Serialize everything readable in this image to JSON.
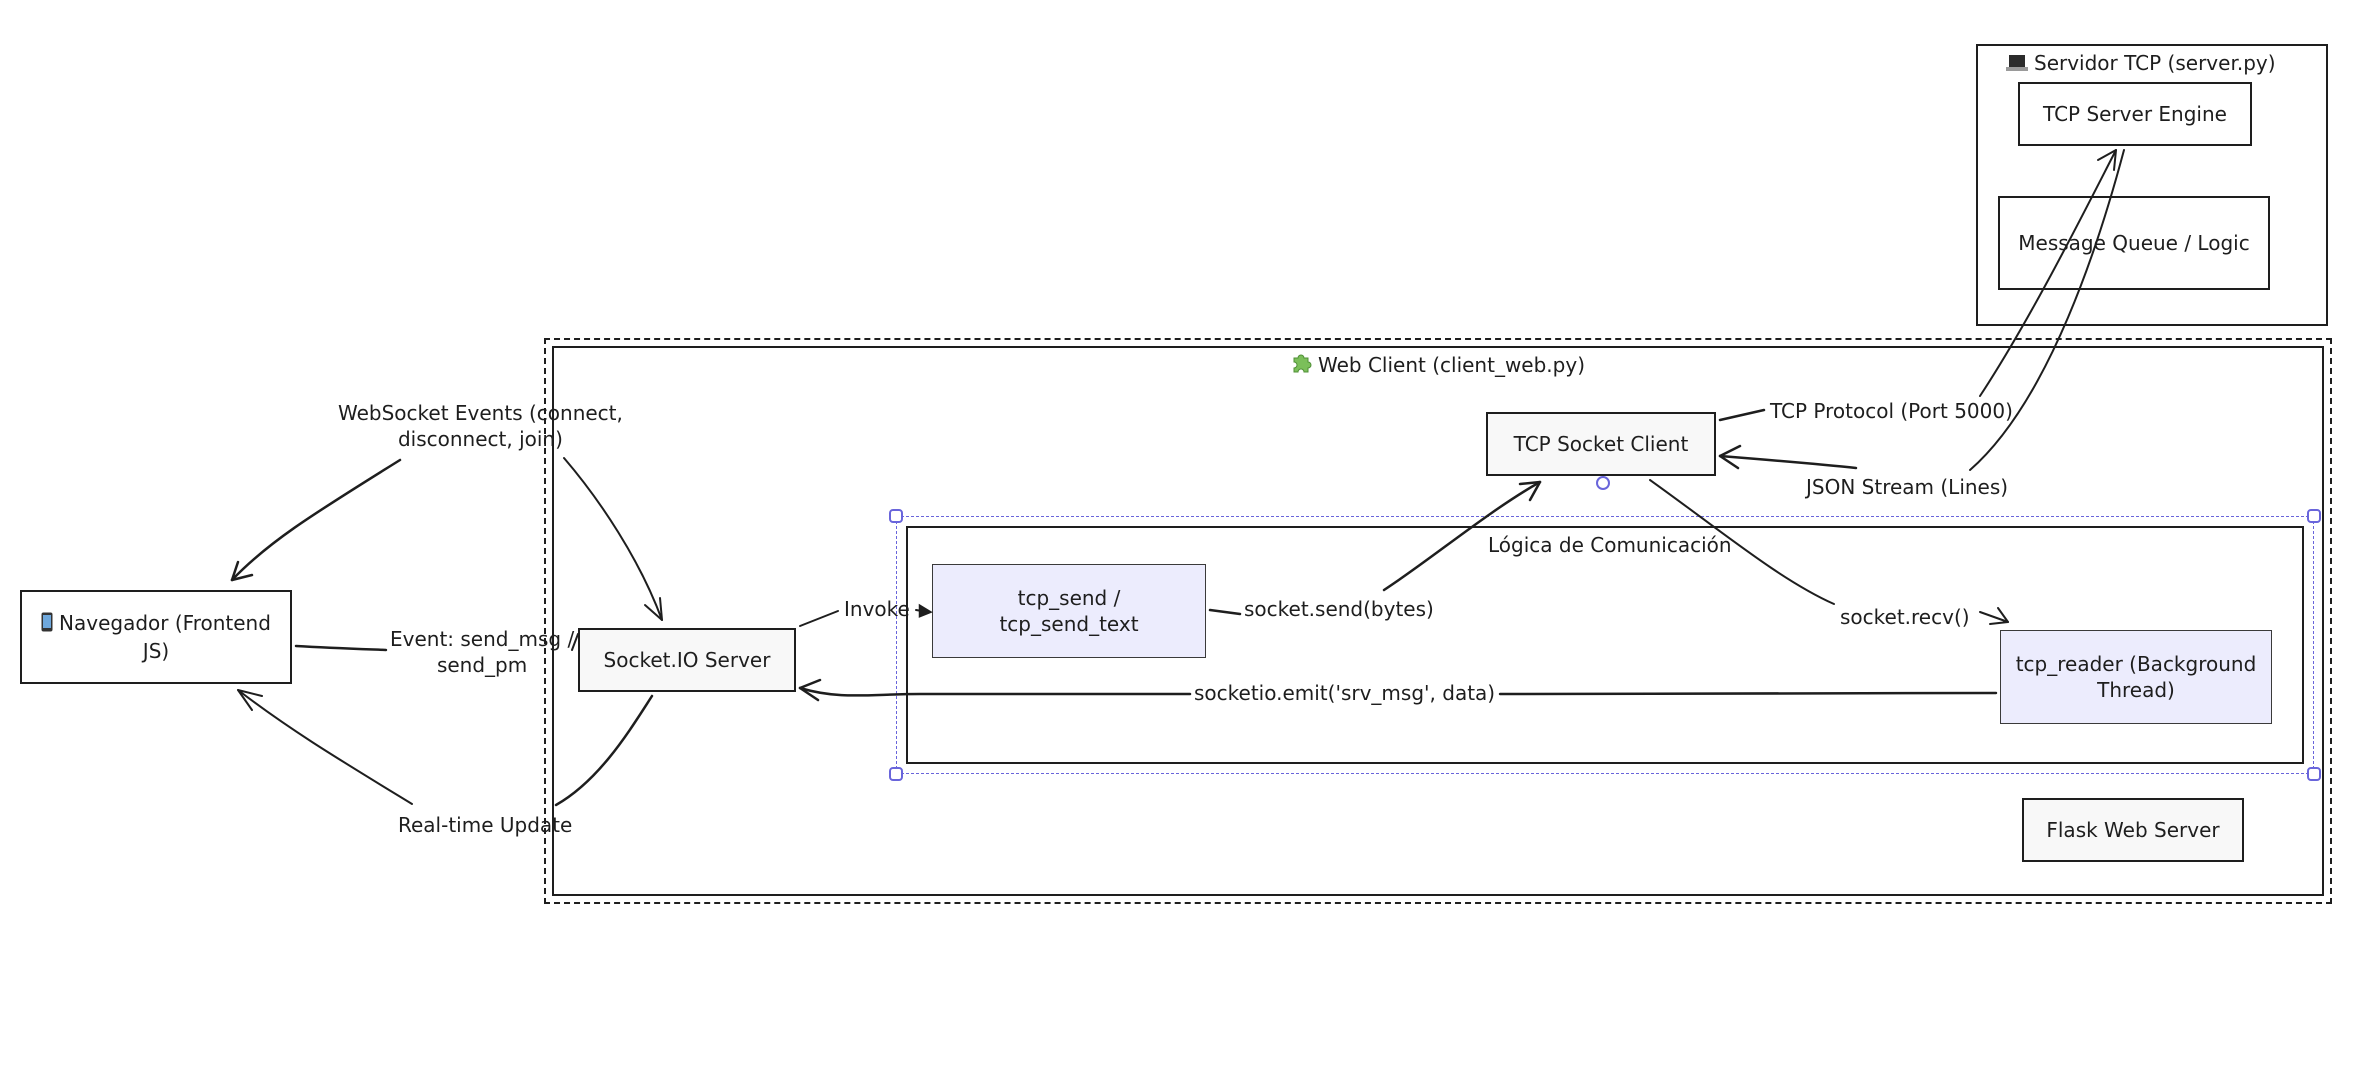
{
  "diagram": {
    "groups": {
      "server": {
        "title": "Servidor TCP (server.py)",
        "icon": "laptop-icon"
      },
      "web_client": {
        "title": "Web Client (client_web.py)",
        "icon": "puzzle-piece-icon"
      },
      "logic": {
        "title": "Lógica de Comunicación"
      }
    },
    "nodes": {
      "navegador": {
        "label": "Navegador (Frontend JS)",
        "icon": "mobile-phone-icon"
      },
      "socketio_server": {
        "label": "Socket.IO Server"
      },
      "tcp_socket_client": {
        "label": "TCP Socket Client"
      },
      "tcp_send": {
        "label": "tcp_send / tcp_send_text"
      },
      "tcp_reader": {
        "label": "tcp_reader (Background Thread)"
      },
      "flask_server": {
        "label": "Flask Web Server"
      },
      "tcp_server_engine": {
        "label": "TCP Server Engine"
      },
      "message_queue": {
        "label": "Message Queue / Logic"
      }
    },
    "edges": {
      "websocket_events": {
        "label_line1": "WebSocket Events (connect,",
        "label_line2": "disconnect, join)"
      },
      "send_event": {
        "label_line1": "Event: send_msg /",
        "label_line2": "send_pm"
      },
      "realtime_update": {
        "label": "Real-time Update"
      },
      "invoke": {
        "label": "Invoke"
      },
      "socket_send": {
        "label": "socket.send(bytes)"
      },
      "socket_recv": {
        "label": "socket.recv()"
      },
      "socketio_emit": {
        "label": "socketio.emit('srv_msg', data)"
      },
      "tcp_protocol": {
        "label": "TCP Protocol (Port 5000)"
      },
      "json_stream": {
        "label": "JSON Stream (Lines)"
      }
    },
    "colors": {
      "stroke": "#1e1e1e",
      "node_fill_gray": "#f8f8f8",
      "node_fill_lavender": "#ececfd",
      "selection": "#6965db"
    }
  }
}
